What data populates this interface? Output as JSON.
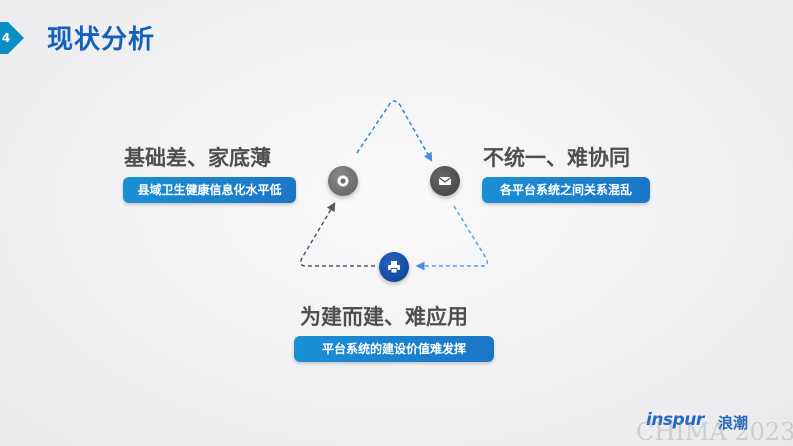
{
  "section": {
    "number": "4",
    "title": "现状分析",
    "accent": "#1560bd",
    "badge_color": "#0a8fc4"
  },
  "points": [
    {
      "heading": "基础差、家底薄",
      "label": "县域卫生健康信息化水平低",
      "icon": "camera-icon"
    },
    {
      "heading": "不统一、难协同",
      "label": "各平台系统之间关系混乱",
      "icon": "mail-icon"
    },
    {
      "heading": "为建而建、难应用",
      "label": "平台系统的建设价值难发挥",
      "icon": "printer-icon"
    }
  ],
  "brand": {
    "name": "inspur",
    "name_cn": "浪潮"
  },
  "watermark": "CHIMA 2023"
}
